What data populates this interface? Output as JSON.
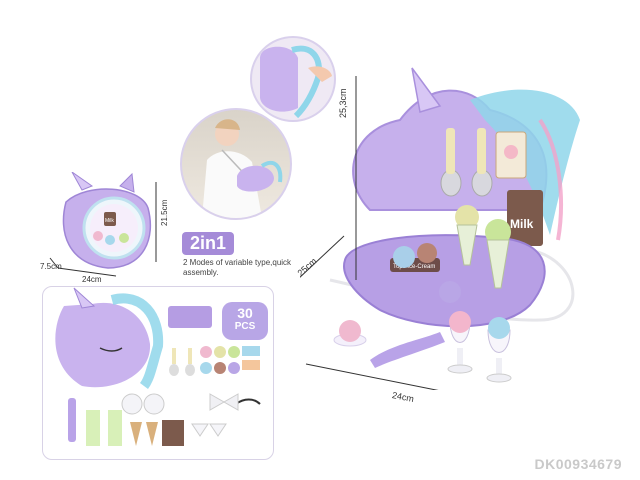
{
  "product_code": "DK00934679",
  "promo": {
    "title": "2in1",
    "subtitle": "2 Modes of variable type,quick assembly."
  },
  "pieces_badge": {
    "count": "30",
    "unit": "PCS"
  },
  "dimensions": {
    "height_main": "25,3cm",
    "depth_main": "25cm",
    "width_main": "24cm",
    "small_height": "21.5cm",
    "small_width": "24cm",
    "small_depth": "7.5cm"
  },
  "box_text": {
    "milk_main": "Milk",
    "milk_small": "Milk",
    "tray_label": "Tops Ice-Cream"
  },
  "colors": {
    "unicorn": "#c9b3ee",
    "unicorn_dark": "#9f86d6",
    "mane_blue": "#8fd6ea",
    "mane_pink": "#f2a3c9",
    "accent": "#a58bd8"
  }
}
